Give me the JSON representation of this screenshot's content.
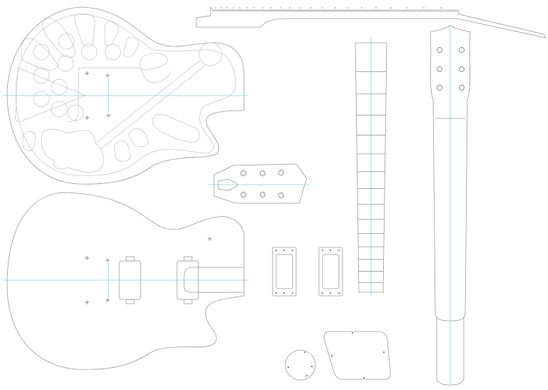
{
  "drawing": {
    "outline_color": "#9a9a9a",
    "centerline_color": "#7fd3ea",
    "background_color": "#ffffff",
    "parts": [
      "body-back-chambered",
      "body-top",
      "neck-side-profile",
      "headstock-face",
      "fretboard",
      "neck-front",
      "pickup-ring-neck",
      "pickup-ring-bridge",
      "control-cavity-cover",
      "switch-cover"
    ]
  }
}
